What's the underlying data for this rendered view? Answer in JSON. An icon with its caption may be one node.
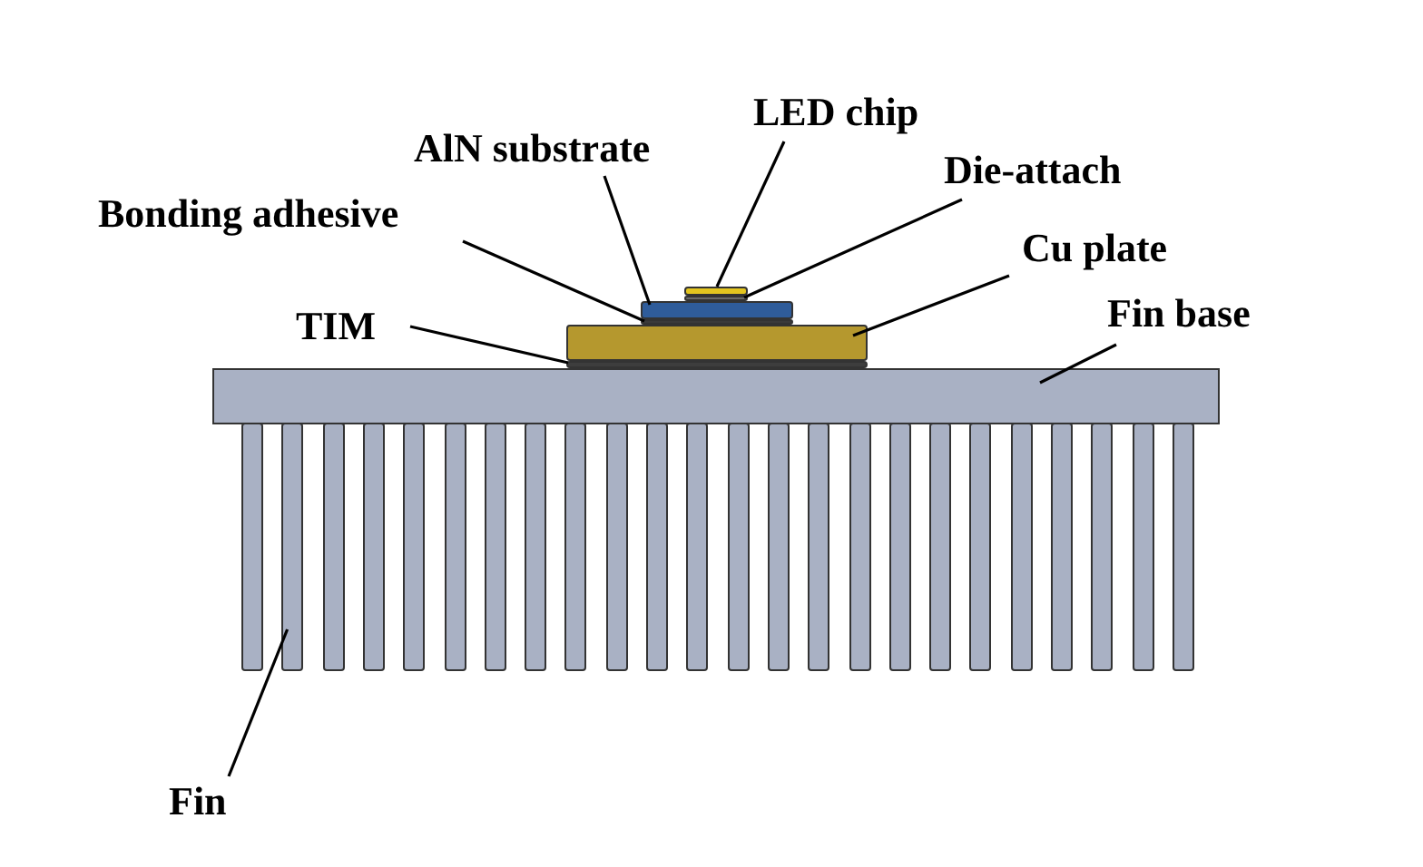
{
  "diagram": {
    "nodes": [
      {
        "text": [
          "LED chip"
        ]
      },
      {
        "text": [
          "AlN substrate"
        ]
      },
      {
        "text": [
          "Die-attach"
        ]
      },
      {
        "text": [
          "Bonding adhesive"
        ]
      },
      {
        "text": [
          "Cu plate"
        ]
      },
      {
        "text": [
          "TIM"
        ]
      },
      {
        "text": [
          "Fin base"
        ]
      },
      {
        "text": [
          "Fin"
        ]
      },
      {
        "text": [],
        "shape": "bar"
      },
      {
        "text": [],
        "shape": "bar"
      },
      {
        "text": [],
        "shape": "bar"
      },
      {
        "text": [],
        "shape": "bar"
      },
      {
        "text": [],
        "shape": "bar"
      },
      {
        "text": [],
        "shape": "bar"
      },
      {
        "text": [],
        "shape": "box"
      },
      {
        "text": [],
        "shape": "bar"
      },
      {
        "text": [],
        "shape": "bar"
      },
      {
        "text": [],
        "shape": "bar"
      },
      {
        "text": [],
        "shape": "bar"
      },
      {
        "text": [],
        "shape": "bar"
      },
      {
        "text": [],
        "shape": "bar"
      },
      {
        "text": [],
        "shape": "bar"
      },
      {
        "text": [],
        "shape": "bar"
      },
      {
        "text": [],
        "shape": "bar"
      },
      {
        "text": [],
        "shape": "bar"
      },
      {
        "text": [],
        "shape": "bar"
      },
      {
        "text": [],
        "shape": "bar"
      },
      {
        "text": [],
        "shape": "bar"
      },
      {
        "text": [],
        "shape": "bar"
      },
      {
        "text": [],
        "shape": "bar"
      },
      {
        "text": [],
        "shape": "bar"
      },
      {
        "text": [],
        "shape": "bar"
      },
      {
        "text": [],
        "shape": "bar"
      },
      {
        "text": [],
        "shape": "bar"
      },
      {
        "text": [],
        "shape": "bar"
      },
      {
        "text": [],
        "shape": "bar"
      },
      {
        "text": [],
        "shape": "bar"
      },
      {
        "text": [],
        "shape": "bar"
      },
      {
        "text": [],
        "shape": "bar"
      }
    ],
    "edges": [
      {
        "from": 0,
        "to": 8,
        "arrow": "none"
      },
      {
        "from": 1,
        "to": 10,
        "arrow": "none"
      },
      {
        "from": 2,
        "to": 9,
        "arrow": "none"
      },
      {
        "from": 3,
        "to": 11,
        "arrow": "none"
      },
      {
        "from": 4,
        "to": 12,
        "arrow": "none"
      },
      {
        "from": 5,
        "to": 13,
        "arrow": "none"
      },
      {
        "from": 6,
        "to": 14,
        "arrow": "none"
      },
      {
        "from": 7,
        "to": 16,
        "arrow": "none"
      }
    ]
  }
}
